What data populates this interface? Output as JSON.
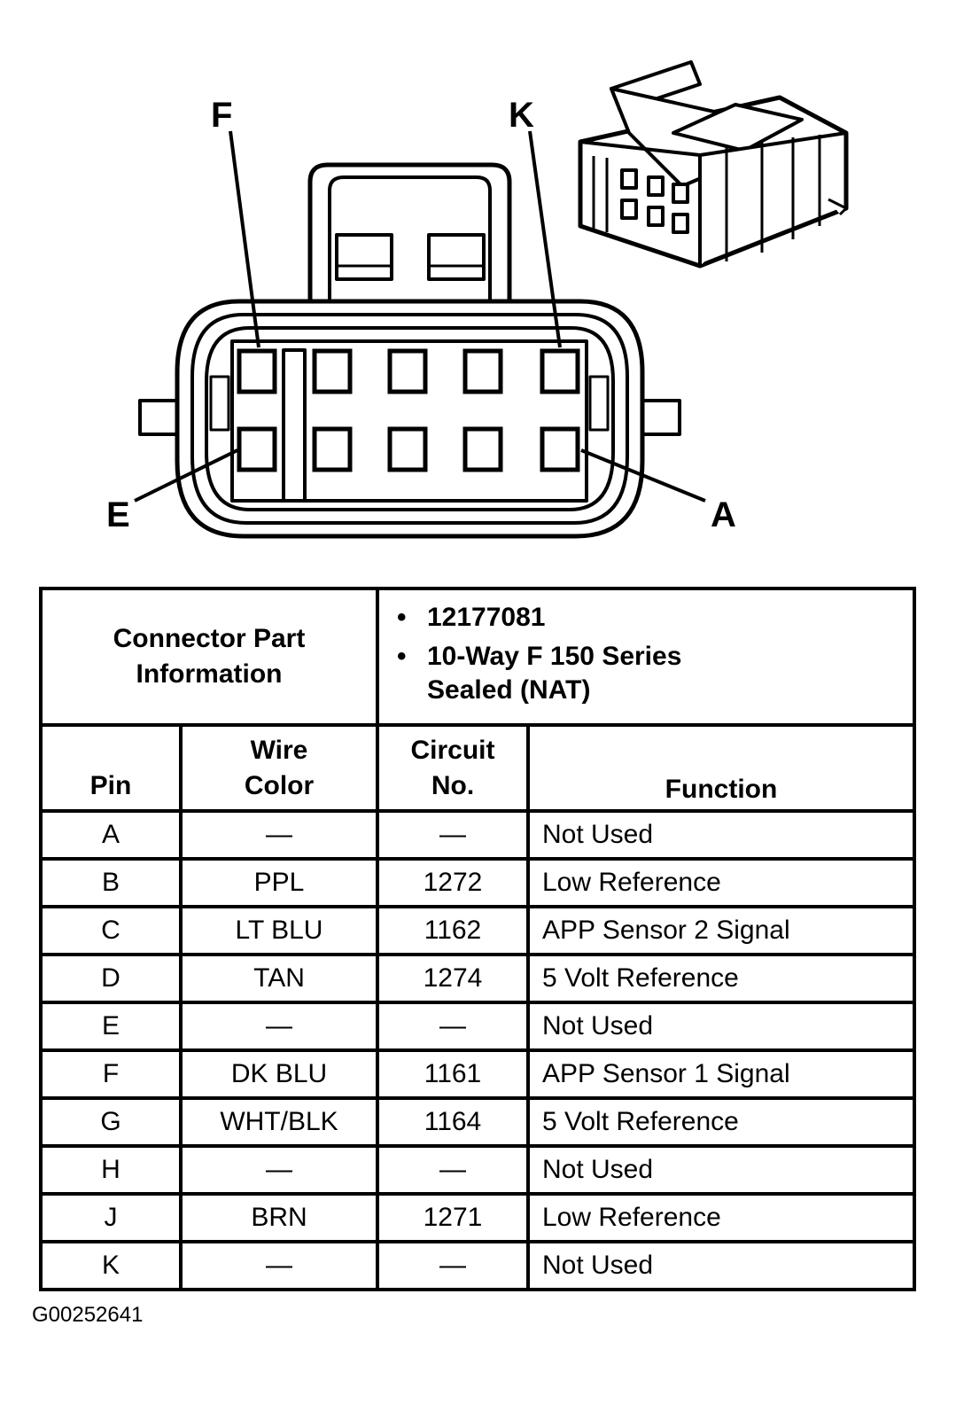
{
  "diagram": {
    "pin_labels": {
      "top_left": "F",
      "top_right": "K",
      "bottom_left": "E",
      "bottom_right": "A"
    }
  },
  "connector_info": {
    "label_line1": "Connector Part",
    "label_line2": "Information",
    "part_number": "12177081",
    "description_line1": "10-Way F 150 Series",
    "description_line2": "Sealed (NAT)"
  },
  "columns": {
    "pin": "Pin",
    "wire_line1": "Wire",
    "wire_line2": "Color",
    "circuit_line1": "Circuit",
    "circuit_line2": "No.",
    "function": "Function"
  },
  "rows": [
    {
      "pin": "A",
      "wire": "—",
      "circuit": "—",
      "function": "Not Used"
    },
    {
      "pin": "B",
      "wire": "PPL",
      "circuit": "1272",
      "function": "Low Reference"
    },
    {
      "pin": "C",
      "wire": "LT BLU",
      "circuit": "1162",
      "function": "APP Sensor 2 Signal"
    },
    {
      "pin": "D",
      "wire": "TAN",
      "circuit": "1274",
      "function": "5 Volt Reference"
    },
    {
      "pin": "E",
      "wire": "—",
      "circuit": "—",
      "function": "Not Used"
    },
    {
      "pin": "F",
      "wire": "DK BLU",
      "circuit": "1161",
      "function": "APP Sensor 1 Signal"
    },
    {
      "pin": "G",
      "wire": "WHT/BLK",
      "circuit": "1164",
      "function": "5 Volt Reference"
    },
    {
      "pin": "H",
      "wire": "—",
      "circuit": "—",
      "function": "Not Used"
    },
    {
      "pin": "J",
      "wire": "BRN",
      "circuit": "1271",
      "function": "Low Reference"
    },
    {
      "pin": "K",
      "wire": "—",
      "circuit": "—",
      "function": "Not Used"
    }
  ],
  "figure_code": "G00252641"
}
